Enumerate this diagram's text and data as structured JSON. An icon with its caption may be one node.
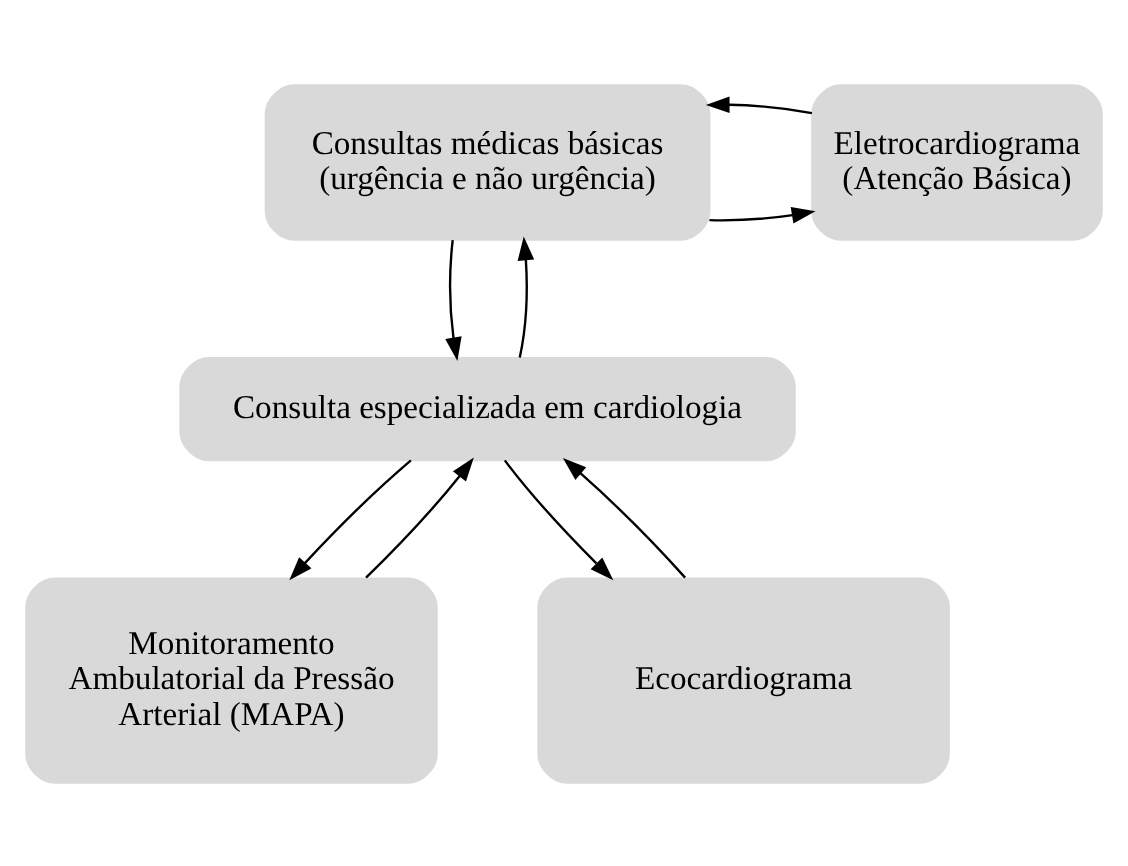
{
  "diagram": {
    "nodes": [
      {
        "text": [
          "Consultas médicas básicas (urgência e não urgência)"
        ]
      },
      {
        "text": [
          "Eletrocardiograma (Atenção Básica)"
        ]
      },
      {
        "text": [
          "Consulta especializada em cardiologia"
        ]
      },
      {
        "text": [
          "Monitoramento Ambulatorial da Pressão Arterial (MAPA)"
        ]
      },
      {
        "text": [
          "Ecocardiograma"
        ]
      }
    ],
    "edges": [
      {
        "from": 0,
        "to": 1,
        "arrow": "to"
      },
      {
        "from": 1,
        "to": 0,
        "arrow": "to"
      },
      {
        "from": 0,
        "to": 2,
        "arrow": "to"
      },
      {
        "from": 2,
        "to": 0,
        "arrow": "to"
      },
      {
        "from": 2,
        "to": 3,
        "arrow": "to"
      },
      {
        "from": 3,
        "to": 2,
        "arrow": "to"
      },
      {
        "from": 2,
        "to": 4,
        "arrow": "to"
      },
      {
        "from": 4,
        "to": 2,
        "arrow": "to"
      }
    ]
  }
}
